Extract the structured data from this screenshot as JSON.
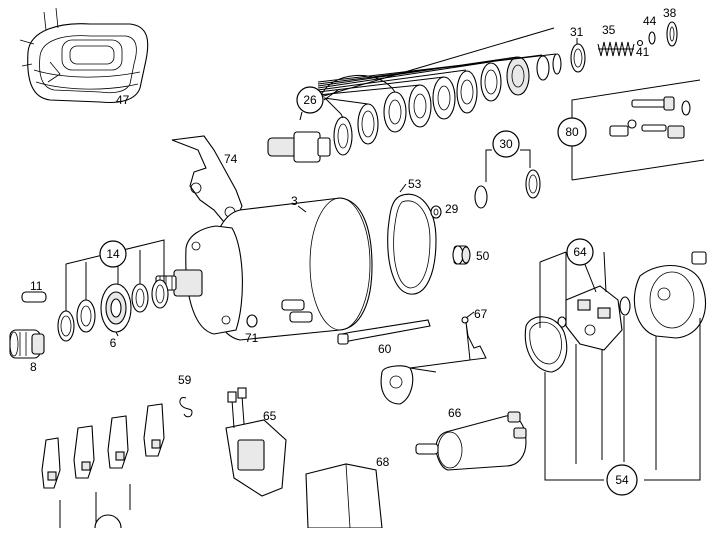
{
  "labels": {
    "p3": "3",
    "p6": "6",
    "p8": "8",
    "p11": "11",
    "p14": "14",
    "p26": "26",
    "p29": "29",
    "p30": "30",
    "p31": "31",
    "p35": "35",
    "p38": "38",
    "p41": "41",
    "p44": "44",
    "p47": "47",
    "p50": "50",
    "p53": "53",
    "p54": "54",
    "p59": "59",
    "p60": "60",
    "p64": "64",
    "p65": "65",
    "p66": "66",
    "p67": "67",
    "p68": "68",
    "p71": "71",
    "p74": "74",
    "p80": "80"
  }
}
